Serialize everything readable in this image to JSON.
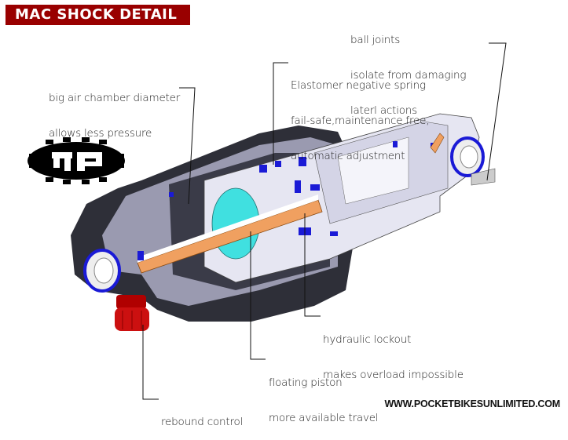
{
  "title": "MAC SHOCK DETAIL",
  "website": "WWW.POCKETBIKESUNLIMITED.COM",
  "logo": {
    "icon": "gear-logo-icon",
    "text": "mp"
  },
  "colors": {
    "title_background": "#990000",
    "body_dark": "#2e2f38",
    "body_gray": "#9a9ab0",
    "seal_blue": "#1a1ad6",
    "shaft_orange": "#f0a060",
    "piston_cyan": "#40e0e0",
    "knob_red": "#cc1010"
  },
  "callouts": [
    {
      "id": "air-chamber",
      "lines": [
        "big air chamber diameter",
        "allows less pressure"
      ]
    },
    {
      "id": "negative-spring",
      "lines": [
        "Elastomer negative spring",
        "fail-safe,maintenance free,",
        "automatic adjustment"
      ]
    },
    {
      "id": "ball-joints",
      "lines": [
        "ball joints",
        "isolate from damaging",
        "laterl actions"
      ]
    },
    {
      "id": "hydraulic-lockout",
      "lines": [
        "hydraulic lockout",
        "makes overload impossible"
      ]
    },
    {
      "id": "floating-piston",
      "lines": [
        "floating piston",
        "more available travel"
      ]
    },
    {
      "id": "rebound-control",
      "lines": [
        "rebound control"
      ]
    }
  ]
}
